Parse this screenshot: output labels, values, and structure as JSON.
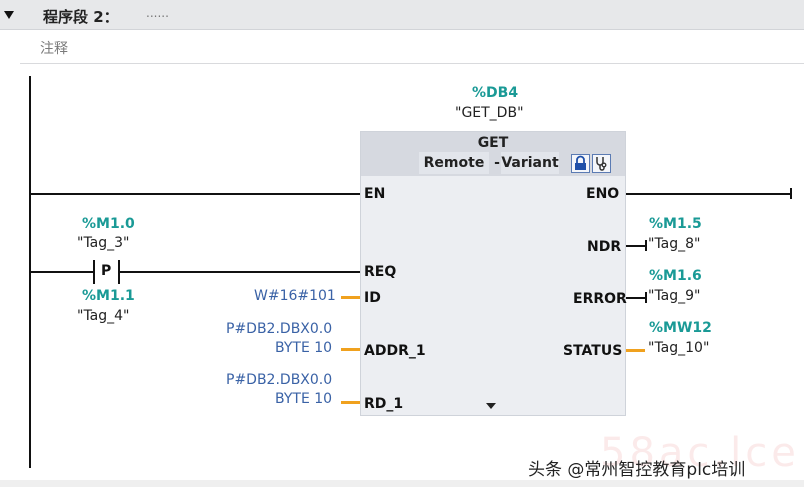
{
  "network": {
    "title": "程序段 2：",
    "dots": "......",
    "comment": "注释"
  },
  "instance": {
    "address": "%DB4",
    "name": "\"GET_DB\""
  },
  "block": {
    "name": "GET",
    "option_a": "Remote",
    "option_sep": "-",
    "option_b": "Variant",
    "pins_left": [
      "EN",
      "REQ",
      "ID",
      "ADDR_1",
      "RD_1"
    ],
    "pins_right": [
      "ENO",
      "NDR",
      "ERROR",
      "STATUS"
    ]
  },
  "contact": {
    "top_address": "%M1.0",
    "top_tag": "\"Tag_3\"",
    "symbol": "P",
    "bottom_address": "%M1.1",
    "bottom_tag": "\"Tag_4\""
  },
  "inputs": {
    "id_value": "W#16#101",
    "addr_line1": "P#DB2.DBX0.0",
    "addr_line2": "BYTE 10",
    "rd_line1": "P#DB2.DBX0.0",
    "rd_line2": "BYTE 10"
  },
  "outputs": {
    "ndr_address": "%M1.5",
    "ndr_tag": "\"Tag_8\"",
    "error_address": "%M1.6",
    "error_tag": "\"Tag_9\"",
    "status_address": "%MW12",
    "status_tag": "\"Tag_10\""
  },
  "watermark": {
    "text": "头条 @常州智控教育plc培训",
    "shadow": "58ac.lce"
  },
  "colors": {
    "address_teal": "#1a9a96",
    "constant_blue": "#3a62a6",
    "param_orange": "#f0a11e",
    "block_fill": "#eceef2",
    "header_fill": "#e7e8ea"
  },
  "icons": [
    "collapse-triangle-icon",
    "lock-icon",
    "stethoscope-icon",
    "expand-triangle-icon"
  ]
}
